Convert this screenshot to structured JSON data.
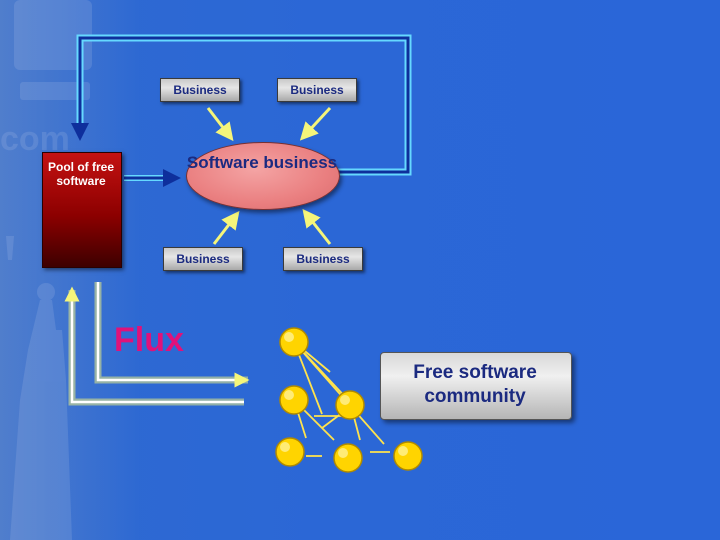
{
  "diagram": {
    "business_boxes": [
      "Business",
      "Business",
      "Business",
      "Business"
    ],
    "pool_label": "Pool of free software",
    "software_business_label": "Software business",
    "flux_label": "Flux",
    "community_label": "Free software community"
  },
  "colors": {
    "background": "#2b67d6",
    "feedback_arrow": "#0e2f9c",
    "arrow_outline": "#66d9ff",
    "yellow_arrows": "#f5f57a",
    "pool_red": "#b00000",
    "ellipse_pink": "#ea7f80",
    "flux_magenta": "#e0127a",
    "label_navy": "#1b2a80",
    "community_nodes": "#ffd400"
  },
  "icons": [
    "statue-of-liberty-watermark",
    "community-node-icon"
  ]
}
